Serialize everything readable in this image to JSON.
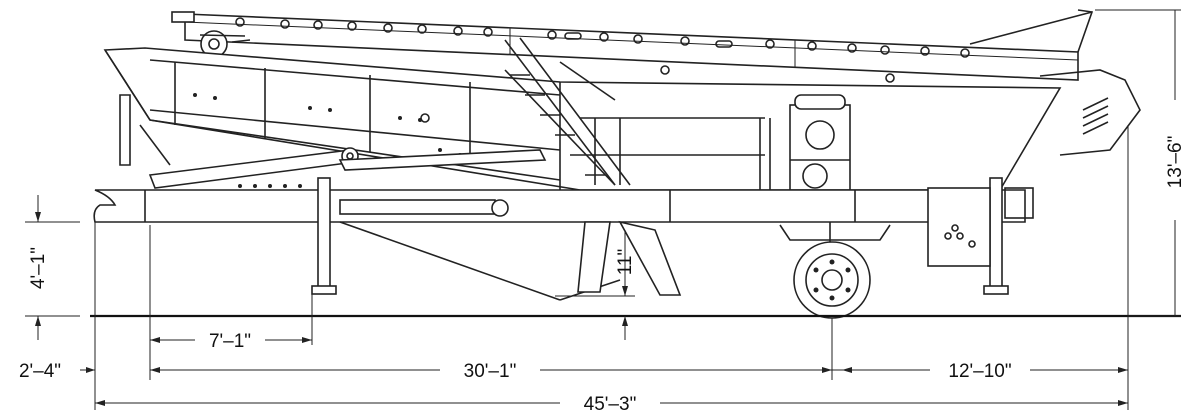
{
  "diagram": {
    "line_color": "#222222",
    "background": "#ffffff",
    "dimensions": {
      "overall_length": "45'–3\"",
      "rear_overhang": "2'–4\"",
      "support_to_axle": "30'–1\"",
      "axle_to_end": "12'–10\"",
      "jack_spacing": "7'–1\"",
      "frame_height": "4'–1\"",
      "ground_clearance": "11\"",
      "overall_height": "13'–6\""
    }
  }
}
